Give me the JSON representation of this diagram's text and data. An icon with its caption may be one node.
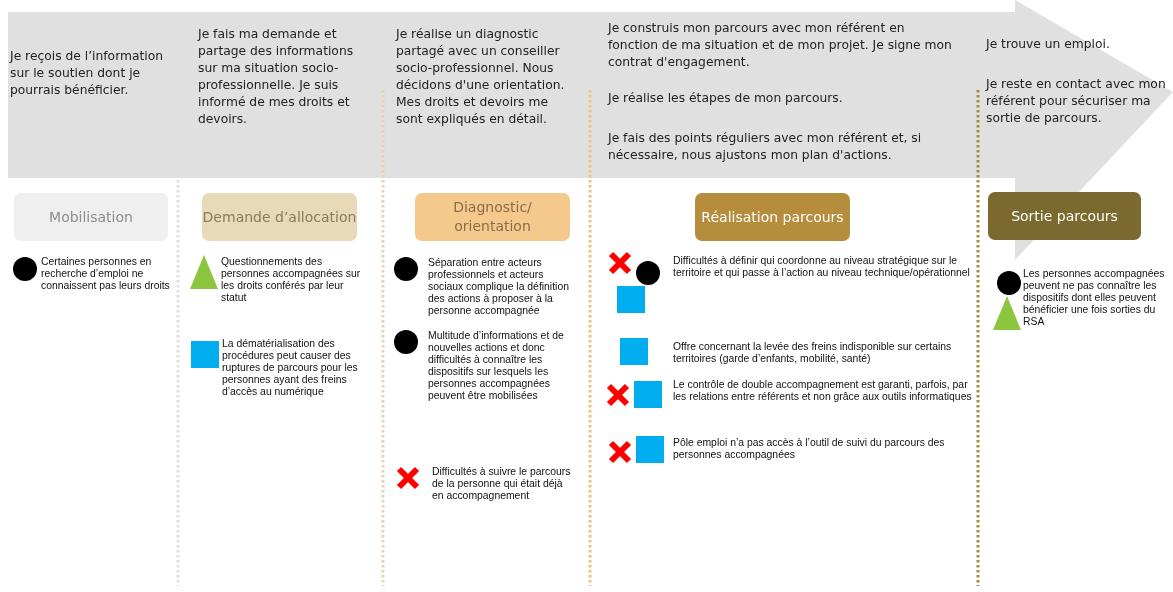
{
  "diagram": {
    "nodes": [
      {
        "text": [
          "Je reçois de l’information sur le soutien dont je pourrais bénéficier.",
          "Je fais ma demande et partage des informations sur ma situation socio-professionnelle. Je suis informé de mes droits et devoirs.",
          "Je réalise un diagnostic partagé avec un conseiller socio-professionnel. Nous décidons d'une orientation. Mes droits et devoirs me sont expliqués en détail.",
          "Je construis mon parcours avec mon référent en fonction de ma situation et de mon projet. Je signe mon contrat d'engagement.",
          "Je réalise les étapes de mon parcours.",
          "Je fais des points réguliers avec mon référent et, si nécessaire, nous ajustons mon plan d'actions.",
          "Je trouve un emploi.",
          "Je reste en contact avec mon référent pour sécuriser ma sortie de parcours."
        ]
      },
      {
        "text": [
          "Mobilisation"
        ]
      },
      {
        "text": [
          "Demande d’allocation"
        ]
      },
      {
        "text": [
          "Diagnostic/ orientation"
        ]
      },
      {
        "text": [
          "Réalisation parcours"
        ]
      },
      {
        "text": [
          "Sortie parcours"
        ]
      }
    ],
    "labels": [
      "Certaines personnes en recherche d’emploi ne connaissent pas leurs droits",
      "Questionnements des personnes accompagnées sur les droits conférés par leur statut",
      "La dématérialisation des procédures peut causer des ruptures de parcours pour les personnes ayant des freins d’accès au numérique",
      "Séparation entre acteurs professionnels et acteurs sociaux complique la définition des actions à proposer à la personne accompagnée",
      "Multitude d’informations et de nouvelles actions et donc difficultés à connaître les dispositifs sur lesquels les personnes accompagnées peuvent être mobilisées",
      "Difficultés à suivre le parcours de la personne qui était déjà en accompagnement",
      "Difficultés à définir qui coordonne au niveau stratégique sur le territoire et qui passe à l’action au niveau technique/opérationnel",
      "Offre concernant la levée des freins indisponible sur certains territoires (garde d’enfants, mobilité, santé)",
      "Le contrôle de double accompagnement est garanti, parfois, par les relations entre référents et non grâce aux outils informatiques",
      "Pôle emploi n’a pas accès à l’outil de suivi du parcours des personnes accompagnées",
      "Les personnes accompagnées peuvent ne pas connaître les dispositifs dont elles peuvent bénéficier une fois sorties du RSA"
    ]
  }
}
